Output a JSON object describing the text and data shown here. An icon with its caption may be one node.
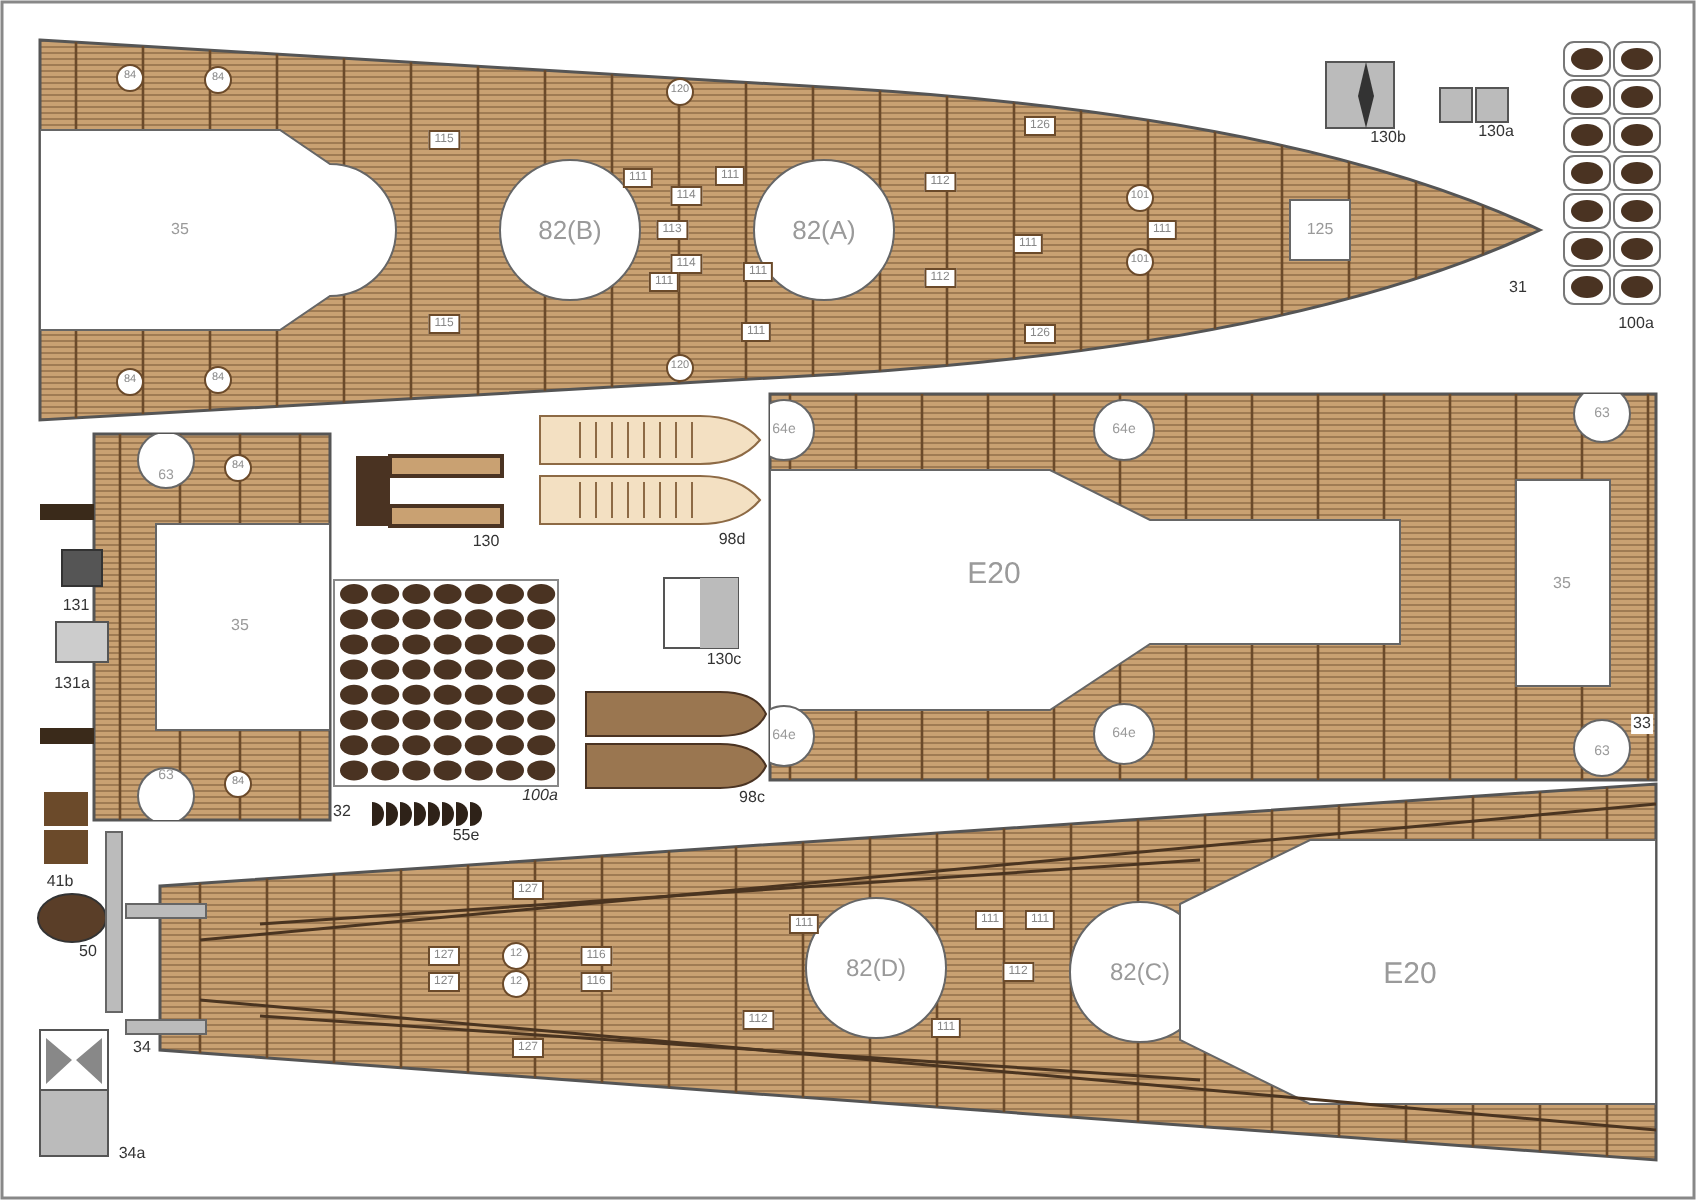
{
  "diagram": {
    "labels": [
      "84",
      "84",
      "35",
      "115",
      "120",
      "111",
      "111",
      "114",
      "82(B)",
      "113",
      "82(A)",
      "114",
      "111",
      "111",
      "115",
      "111",
      "120",
      "84",
      "84",
      "126",
      "112",
      "101",
      "111",
      "111",
      "125",
      "112",
      "101",
      "126",
      "130b",
      "130a",
      "31",
      "100a",
      "63",
      "84",
      "64e",
      "64e",
      "63",
      "130",
      "98d",
      "131",
      "35",
      "E20",
      "35",
      "130c",
      "131a",
      "64e",
      "64e",
      "33",
      "63",
      "63",
      "84",
      "32",
      "100a",
      "98c",
      "55e",
      "41b",
      "127",
      "111",
      "111",
      "111",
      "50",
      "127",
      "12",
      "116",
      "82(D)",
      "112",
      "82(C)",
      "E20",
      "127",
      "12",
      "116",
      "112",
      "111",
      "34",
      "127",
      "34a"
    ]
  }
}
